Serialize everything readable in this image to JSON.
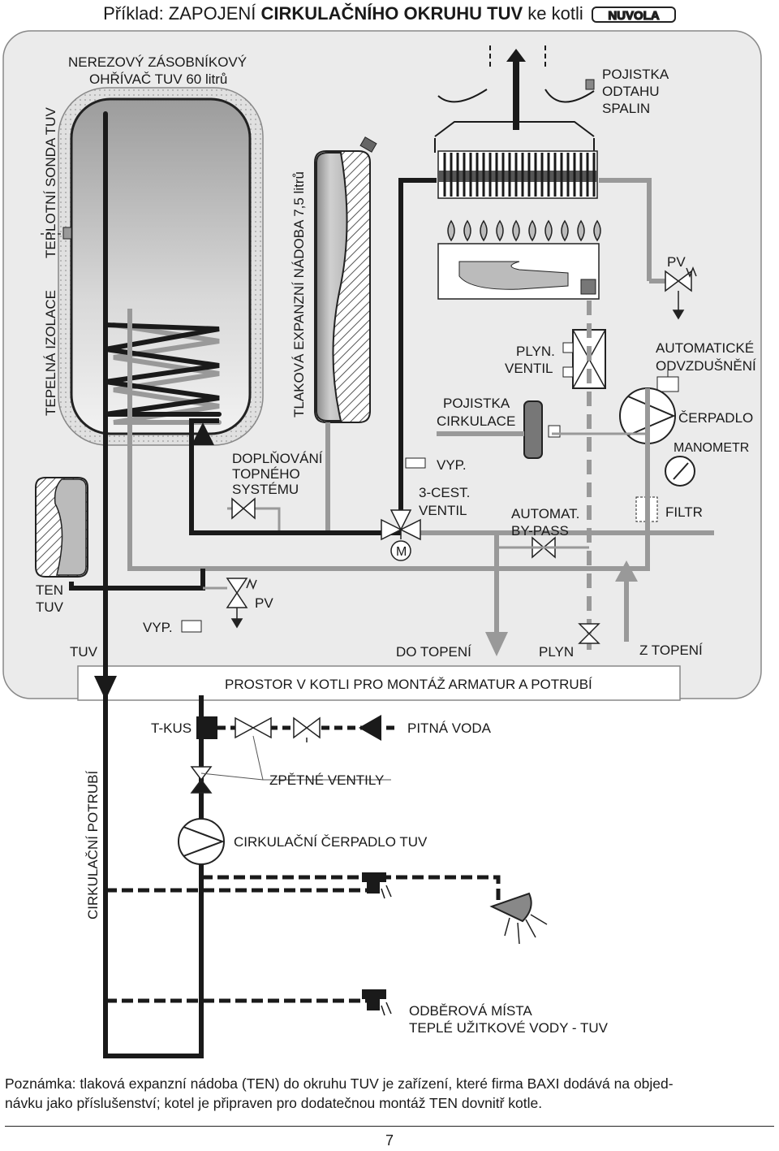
{
  "title": {
    "prefix": "Příklad: ZAPOJENÍ",
    "bold": "CIRKULAČNÍHO OKRUHU TUV",
    "suffix": "ke kotli",
    "brand": "NUVOLA"
  },
  "labels": {
    "tank": "NEREZOVÝ ZÁSOBNÍKOVÝ",
    "tank2": "OHŘÍVAČ TUV 60 litrů",
    "sonda": "TEPLOTNÍ SONDA TUV",
    "izolace": "TEPELNÁ IZOLACE",
    "expanzni": "TLAKOVÁ EXPANZNÍ NÁDOBA 7,5 litrů",
    "pojistka_odtahu_1": "POJISTKA",
    "pojistka_odtahu_2": "ODTAHU",
    "pojistka_odtahu_3": "SPALIN",
    "pv_top": "PV",
    "plyn_ventil_1": "PLYN.",
    "plyn_ventil_2": "VENTIL",
    "auto_odvzd_1": "AUTOMATICKÉ",
    "auto_odvzd_2": "ODVZDUŠNĚNÍ",
    "pojistka_cirk_1": "POJISTKA",
    "pojistka_cirk_2": "CIRKULACE",
    "cerpadlo": "ČERPADLO",
    "manometr": "MANOMETR",
    "doplnovani_1": "DOPLŇOVÁNÍ",
    "doplnovani_2": "TOPNÉHO",
    "doplnovani_3": "SYSTÉMU",
    "vyp_upper": "VYP.",
    "trojcest_1": "3-CEST.",
    "trojcest_2": "VENTIL",
    "motor": "M",
    "bypass_1": "AUTOMAT.",
    "bypass_2": "BY-PASS",
    "filtr": "FILTR",
    "ten_1": "TEN",
    "ten_2": "TUV",
    "pv_lower": "PV",
    "vyp_lower": "VYP.",
    "tuv": "TUV",
    "do_topeni": "DO TOPENÍ",
    "plyn": "PLYN",
    "z_topeni": "Z TOPENÍ",
    "prostor": "PROSTOR V KOTLI PRO MONTÁŽ ARMATUR A POTRUBÍ",
    "tkus": "T-KUS",
    "pitna_voda": "PITNÁ VODA",
    "cirk_potrubi": "CIRKULAČNÍ POTRUBÍ",
    "zpetne_ventily": "ZPĚTNÉ VENTILY",
    "cirk_cerpadlo": "CIRKULAČNÍ ČERPADLO TUV",
    "odberova_1": "ODBĚROVÁ MÍSTA",
    "odberova_2": "TEPLÉ UŽITKOVÉ VODY - TUV"
  },
  "note": {
    "line1": "Poznámka: tlaková expanzní nádoba (TEN) do okruhu TUV je zařízení, které firma BAXI dodává na objed-",
    "line2": "návku jako příslušenství; kotel je připraven pro dodatečnou montáž TEN dovnitř kotle."
  },
  "page_number": "7",
  "colors": {
    "panel": "#ebebeb",
    "dark_pipe": "#1a1a1a",
    "grey_pipe": "#999999"
  }
}
